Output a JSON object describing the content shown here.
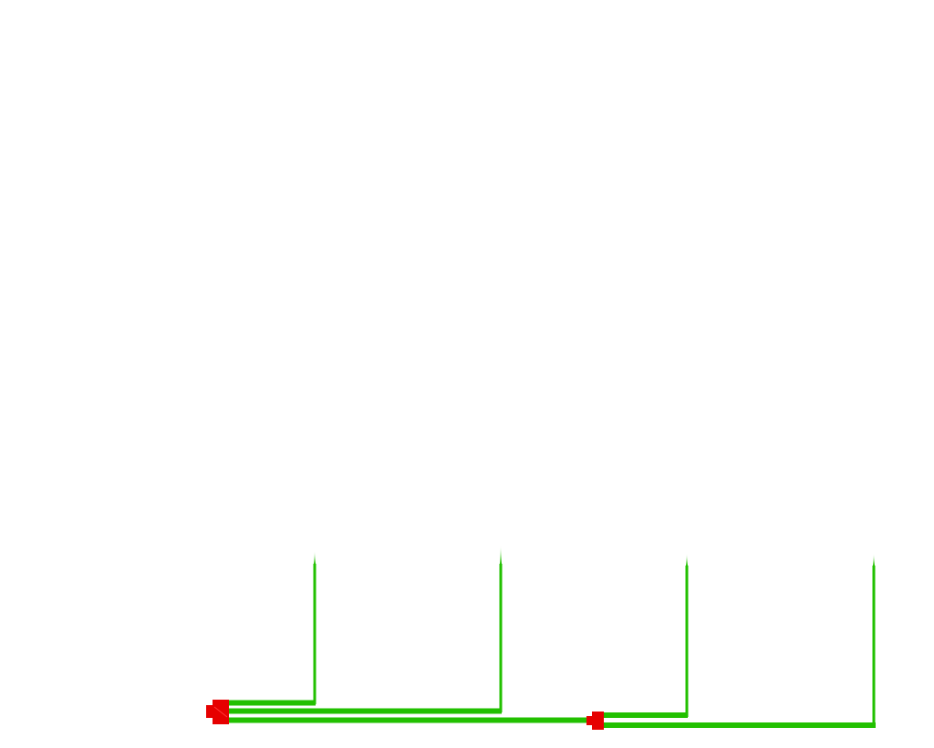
{
  "diagram": {
    "type": "pipe-network",
    "colors": {
      "background": "#ffffff",
      "pipe": "#22c000",
      "pipe_fade": "#8ee87a",
      "junction": "#e60000"
    },
    "junctions": [
      {
        "id": "junction-a",
        "shape": "cross"
      },
      {
        "id": "junction-b",
        "shape": "cross"
      }
    ],
    "branches": [
      {
        "id": "branch-1",
        "from": "junction-a",
        "to": "riser-1"
      },
      {
        "id": "branch-2",
        "from": "junction-a",
        "to": "riser-2"
      },
      {
        "id": "branch-3",
        "from": "junction-a",
        "to": "junction-b"
      },
      {
        "id": "branch-4",
        "from": "junction-b",
        "to": "riser-3"
      },
      {
        "id": "branch-5",
        "from": "junction-b",
        "to": "riser-4"
      }
    ],
    "risers": [
      {
        "id": "riser-1"
      },
      {
        "id": "riser-2"
      },
      {
        "id": "riser-3"
      },
      {
        "id": "riser-4"
      }
    ]
  }
}
